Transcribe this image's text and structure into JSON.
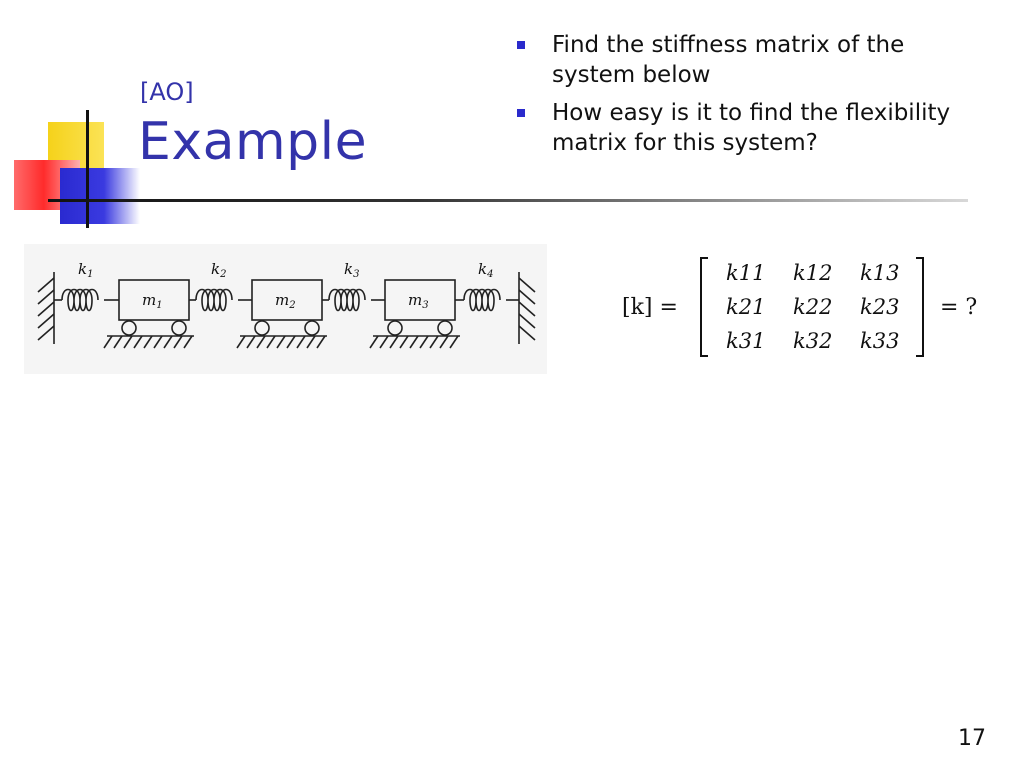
{
  "slide": {
    "subtitle": "[AO]",
    "title": "Example",
    "bullets": [
      "Find the stiffness matrix of the system below",
      "How easy is it to find the flexibility matrix for this system?"
    ],
    "page_number": "17"
  },
  "diagram": {
    "springs": [
      "k",
      "k",
      "k",
      "k"
    ],
    "spring_subscripts": [
      "1",
      "2",
      "3",
      "4"
    ],
    "masses": [
      "m",
      "m",
      "m"
    ],
    "mass_subscripts": [
      "1",
      "2",
      "3"
    ]
  },
  "matrix": {
    "lhs": "[k] =",
    "entries": [
      [
        "k11",
        "k12",
        "k13"
      ],
      [
        "k21",
        "k22",
        "k23"
      ],
      [
        "k31",
        "k32",
        "k33"
      ]
    ],
    "rhs": "= ?"
  }
}
